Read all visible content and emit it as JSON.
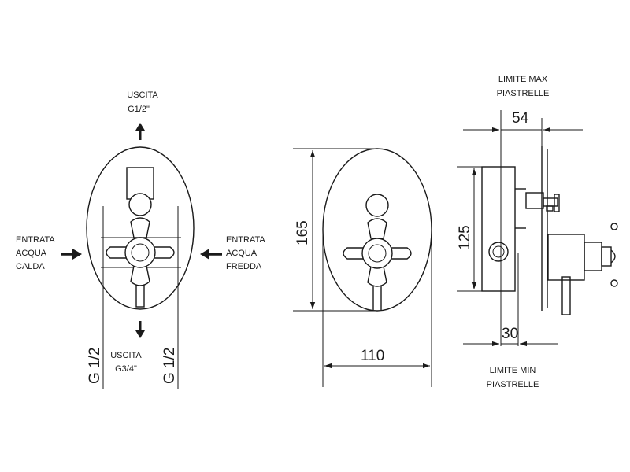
{
  "front_view": {
    "outlet_top": [
      "USCITA",
      "G1/2\""
    ],
    "inlet_left": [
      "ENTRATA",
      "ACQUA",
      "CALDA"
    ],
    "inlet_right": [
      "ENTRATA",
      "ACQUA",
      "FREDDA"
    ],
    "outlet_bottom": [
      "USCITA",
      "G3/4\""
    ],
    "thread_left": "G 1/2",
    "thread_right": "G 1/2"
  },
  "mid_view": {
    "height_dim": "165",
    "width_dim": "110"
  },
  "side_view": {
    "max_tiles_label": [
      "LIMITE MAX",
      "PIASTRELLE"
    ],
    "min_tiles_label": [
      "LIMITE MIN",
      "PIASTRELLE"
    ],
    "dim_top": "54",
    "dim_height": "125",
    "dim_bottom": "30"
  },
  "colors": {
    "line": "#1a1a1a",
    "background": "#ffffff"
  }
}
